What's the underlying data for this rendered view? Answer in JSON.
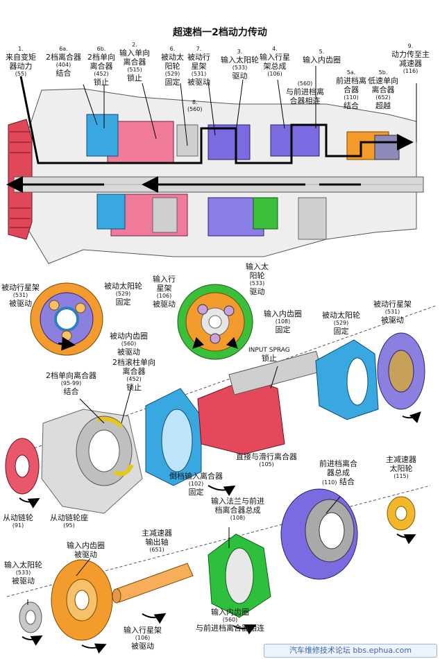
{
  "title": "超速档一2档动力传动",
  "watermark": "汽车维修技术论坛 bbs.ephua.com",
  "top_labels": [
    {
      "num": "1.",
      "text": [
        "来自变矩",
        "器动力"
      ],
      "code": "(55)"
    },
    {
      "num": "6a.",
      "text": [
        "2档离合器",
        "结合"
      ],
      "code": "(404)"
    },
    {
      "num": "6b.",
      "text": [
        "2档单向",
        "离合器",
        "锁止"
      ],
      "code": "(452)"
    },
    {
      "num": "2.",
      "text": [
        "输入单向",
        "离合器",
        "锁止"
      ],
      "code": "(515)"
    },
    {
      "num": "6.",
      "text": [
        "被动太",
        "阳轮",
        "固定"
      ],
      "code": "(529)"
    },
    {
      "num": "7.",
      "text": [
        "被动行",
        "星架",
        "被驱动"
      ],
      "code": "(531)"
    },
    {
      "num": "3.",
      "text": [
        "输入太阳轮",
        "驱动"
      ],
      "code": "(533)"
    },
    {
      "num": "4.",
      "text": [
        "输入行星",
        "架总成"
      ],
      "code": "(106)"
    },
    {
      "num": "5.",
      "text": [
        "输入内齿圈"
      ],
      "code": ""
    },
    {
      "num": "9.",
      "text": [
        "动力传至主",
        "减速器"
      ],
      "code": "(116)"
    },
    {
      "num": "8.",
      "text": [],
      "code": "(560)"
    },
    {
      "num": "",
      "text": [
        "与前进档离",
        "合器相连"
      ],
      "code": "(560)"
    },
    {
      "num": "5a.",
      "text": [
        "前进档离",
        "合器",
        "结合"
      ],
      "code": "(110)"
    },
    {
      "num": "5b.",
      "text": [
        "低速单向",
        "离合器",
        "超越"
      ],
      "code": "(652)"
    }
  ],
  "mid_labels": {
    "reaction_carrier": {
      "text": "被动行星架",
      "code": "(531)",
      "state": "被驱动"
    },
    "reaction_sun": {
      "text": "被动太阳轮",
      "code": "(529)",
      "state": "固定"
    },
    "reaction_ring": {
      "text": "被动内齿圈",
      "code": "(560)",
      "state": "被驱动"
    },
    "input_carrier": {
      "text": [
        "输入行",
        "星架"
      ],
      "code": "(106)",
      "state": "被驱动"
    },
    "input_sun": {
      "text": [
        "输入太",
        "阳轮"
      ],
      "code": "(533)",
      "state": "驱动"
    },
    "input_ring": {
      "text": "输入内齿圈",
      "code": "(108)",
      "state": "固定"
    },
    "roller_clutch": {
      "text": [
        "2档滚柱单向",
        "离合器"
      ],
      "code": "(452)",
      "state": "锁止"
    }
  },
  "exploded_labels": {
    "second_sprag": {
      "text": "2档单向离合器",
      "code": "(95-99)",
      "state": "结合"
    },
    "input_sprag": {
      "text": "INPUT SPRAG",
      "state": "锁止"
    },
    "reaction_sun2": {
      "text": "被动太阳轮",
      "code": "(529)",
      "state": "固定"
    },
    "reaction_carrier2": {
      "text": "被动行星架",
      "code": "(531)",
      "state": "被驱动"
    },
    "direct_coast": {
      "text": "直接与滑行离合器",
      "code": "(105)"
    },
    "reverse_input": {
      "text": "倒档输入离合器",
      "code": "(102)",
      "state": "固定"
    },
    "driven_sprocket": {
      "text": "从动链轮",
      "code": "(91)"
    },
    "sprocket_support": {
      "text": "从动链轮座",
      "code": "(95)"
    },
    "forward_clutch": {
      "text": [
        "前进档离合",
        "器总成"
      ],
      "code": "(110)",
      "state": "结合"
    },
    "final_sun": {
      "text": [
        "主减速器",
        "太阳轮"
      ],
      "code": "(115)"
    },
    "input_flange": {
      "text": [
        "输入法兰与前进",
        "档离合器总成"
      ],
      "code": "(108)"
    },
    "final_shaft": {
      "text": [
        "主减速器",
        "输出轴"
      ],
      "code": "(651)"
    },
    "input_sun2": {
      "text": "输入太阳轮",
      "code": "(533)",
      "state": "被驱动"
    },
    "input_ring2": {
      "text": "输入内齿圈",
      "state": "被驱动"
    },
    "input_ring3": {
      "text": "输入内齿圈",
      "code": "(560)",
      "state": "与前进档离合器相连"
    },
    "input_carrier2": {
      "text": "输入行星架",
      "code": "(106)",
      "state": "被驱动"
    }
  }
}
